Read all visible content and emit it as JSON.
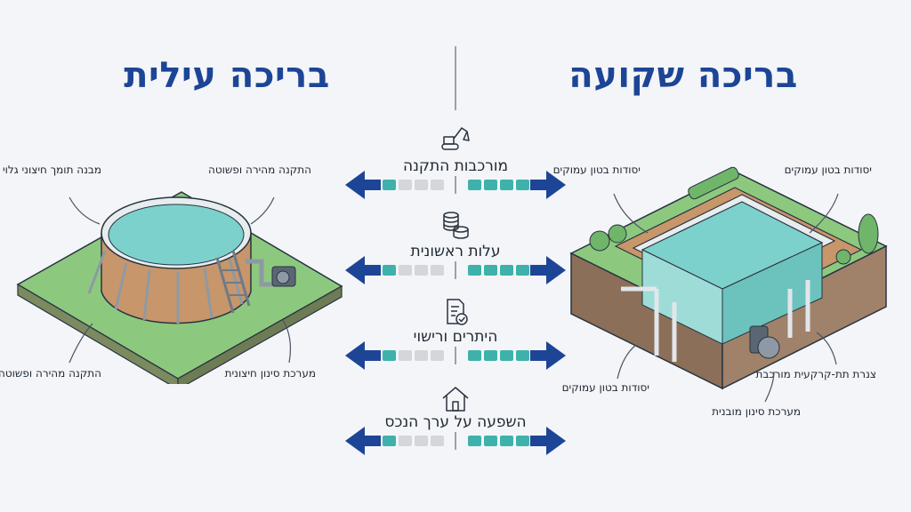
{
  "titles": {
    "inground": "בריכה שקועה",
    "aboveground": "בריכה עילית"
  },
  "criteria": [
    {
      "label": "מורכבות התקנה",
      "icon": "excavator-icon",
      "aboveground_level": 1,
      "inground_level": 4
    },
    {
      "label": "עלות ראשונית",
      "icon": "coins-icon",
      "aboveground_level": 1,
      "inground_level": 4
    },
    {
      "label": "היתרים ורישוי",
      "icon": "document-check-icon",
      "aboveground_level": 1,
      "inground_level": 4
    },
    {
      "label": "השפעה על ערך הנכס",
      "icon": "house-icon",
      "aboveground_level": 1,
      "inground_level": 4
    }
  ],
  "scale_max": 4,
  "colors": {
    "title": "#1d4596",
    "arrow": "#1d4596",
    "filled": "#3fb1ab",
    "empty": "#d3d6da",
    "water": "#7dd1cc",
    "grass": "#8cc97e",
    "wood": "#c7966a",
    "soil": "#8b6f58"
  },
  "callouts_inground": {
    "top_left": "יסודות בטון עמוקים",
    "top_right": "יסודות בטון עמוקים",
    "bottom_left": "יסודות בטון עמוקים",
    "bottom_middle": "מערכת סינון מובנית",
    "bottom_right": "צנרת תת-קרקעית מורכבת"
  },
  "callouts_aboveground": {
    "top_left": "מבנה תומך חיצוני גלוי",
    "top_right": "התקנה מהירה ופשוטה",
    "bottom_left": "התקנה מהירה ופשוטה",
    "bottom_right": "מערכת סינון חיצונית"
  }
}
